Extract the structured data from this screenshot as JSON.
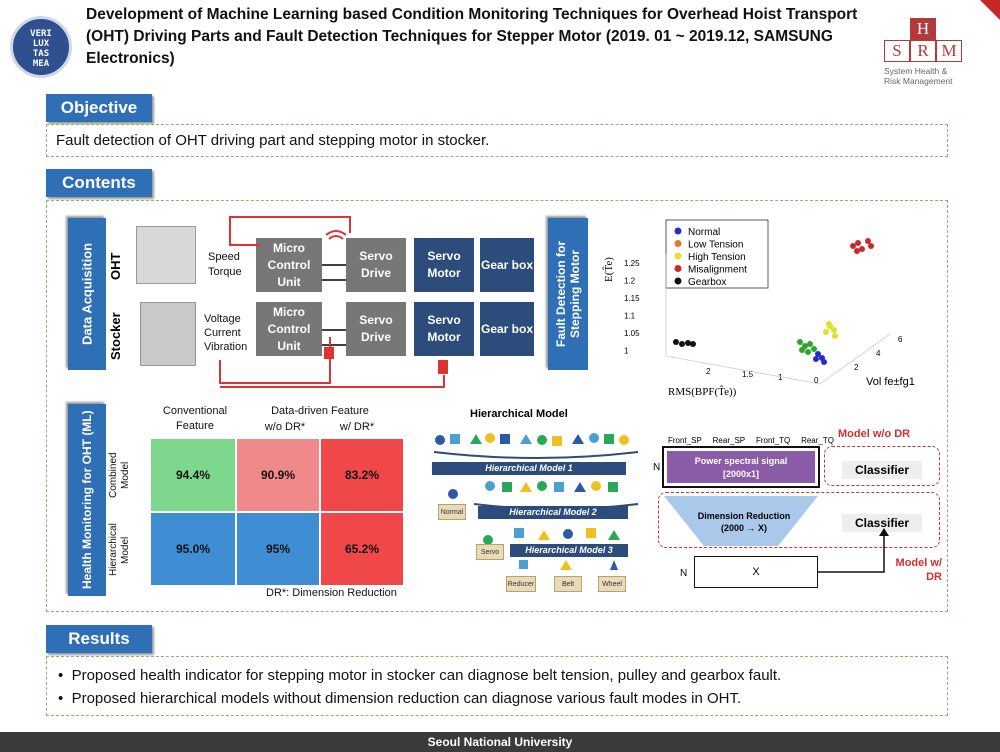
{
  "header": {
    "title": "Development of Machine Learning based Condition Monitoring Techniques for Overhead Hoist Transport (OHT) Driving Parts and Fault Detection Techniques for Stepper Motor (2019. 01 ~ 2019.12, SAMSUNG Electronics)",
    "logo_left_lines": [
      "VERI",
      "LUX",
      "TAS",
      "MEA"
    ],
    "logo_right": {
      "letters": [
        "S",
        "H",
        "R",
        "M"
      ],
      "sub1": "System Health &",
      "sub2": "Risk Management"
    }
  },
  "objective": {
    "tab": "Objective",
    "text": "Fault detection of OHT driving part and stepping motor in stocker."
  },
  "contents": {
    "tab": "Contents",
    "data_acq": {
      "side_label": "Data Acquisition",
      "row1_label": "OHT",
      "row1_signals": [
        "Speed",
        "Torque"
      ],
      "row2_label": "Stocker",
      "row2_signals": [
        "Voltage",
        "Current",
        "Vibration"
      ],
      "mcu": "Micro Control Unit",
      "servo_drive": "Servo Drive",
      "servo_motor": "Servo Motor",
      "gear_box": "Gear box",
      "fault_label": "Fault Detection for Stepping Motor"
    },
    "scatter": {
      "legend": [
        {
          "name": "Normal",
          "color": "#2a2ac8"
        },
        {
          "name": "Low Tension",
          "color": "#e07a2a"
        },
        {
          "name": "High Tension",
          "color": "#e0e02a"
        },
        {
          "name": "Misalignment",
          "color": "#c82a2a"
        },
        {
          "name": "Gearbox",
          "color": "#111111"
        }
      ],
      "y_ticks": [
        "1.25",
        "1.2",
        "1.15",
        "1.1",
        "1.05",
        "1"
      ],
      "x_ticks": [
        "2",
        "1.5",
        "1",
        "0"
      ],
      "z_ticks": [
        "6",
        "4",
        "2"
      ],
      "ylabel": "E(T̂e)",
      "xlabel": "RMS(BPF(T̂e))",
      "zlabel": "Vol fe±fg1"
    },
    "table": {
      "side_label": "Health Monitoring for OHT (ML)",
      "col_conventional": "Conventional Feature",
      "col_datadriven": "Data-driven Feature",
      "sub_wo": "w/o DR*",
      "sub_w": "w/ DR*",
      "row_labels": [
        "Combined Model",
        "Hierarchical Model"
      ],
      "values": [
        [
          "94.4%",
          "90.9%",
          "83.2%"
        ],
        [
          "95.0%",
          "95%",
          "65.2%"
        ]
      ],
      "colors": [
        [
          "#7dd88e",
          "#f08a8a",
          "#f04848"
        ],
        [
          "#3f8ed4",
          "#3f8ed4",
          "#f04848"
        ]
      ],
      "footnote": "DR*: Dimension Reduction"
    },
    "hier": {
      "title": "Hierarchical Model",
      "bars": [
        "Hierarchical Model 1",
        "Hierarchical Model 2",
        "Hierarchical Model 3"
      ],
      "baskets": [
        "Normal",
        "Servo",
        "Reducer",
        "Belt",
        "Wheel"
      ]
    },
    "models": {
      "header_cols": [
        "Front_SP",
        "Rear_SP",
        "Front_TQ",
        "Rear_TQ"
      ],
      "n": "N",
      "psd_line1": "Power spectral signal",
      "psd_line2": "[2000x1]",
      "classifier": "Classifier",
      "dr_line1": "Dimension Reduction",
      "dr_line2": "(2000 → X)",
      "x": "X",
      "label_wo": "Model w/o DR",
      "label_w": "Model w/ DR"
    }
  },
  "results": {
    "tab": "Results",
    "bullets": [
      "Proposed health indicator for stepping motor in stocker can diagnose belt tension, pulley and gearbox fault.",
      "Proposed hierarchical models without dimension reduction can diagnose various fault modes in OHT."
    ]
  },
  "footer": "Seoul National University"
}
